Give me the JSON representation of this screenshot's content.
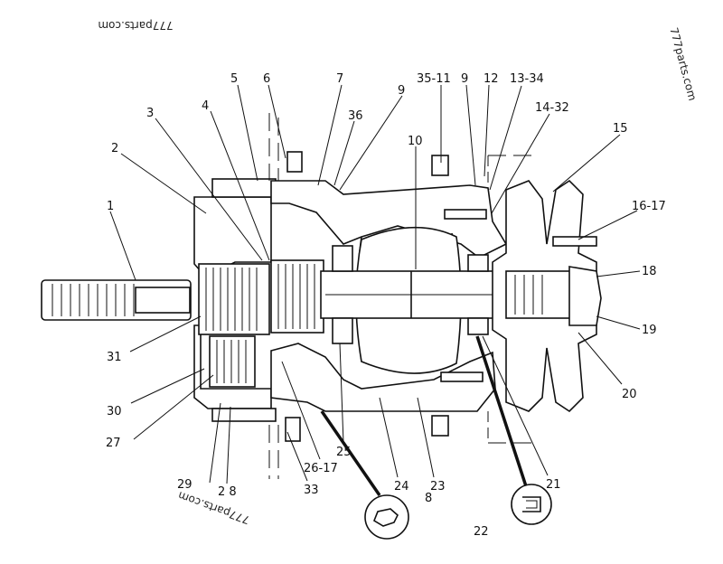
{
  "watermarks": [
    "777parts.com",
    "777parts.com",
    "777parts.com"
  ],
  "labels": [
    "1",
    "2",
    "3",
    "4",
    "5",
    "6",
    "7",
    "36",
    "9",
    "35-11",
    "9",
    "12",
    "13-34",
    "14-32",
    "15",
    "10",
    "16-17",
    "18",
    "19",
    "20",
    "21",
    "22",
    "8",
    "23",
    "24",
    "25",
    "26-17",
    "33",
    "2 8",
    "29",
    "27",
    "30",
    "31"
  ]
}
